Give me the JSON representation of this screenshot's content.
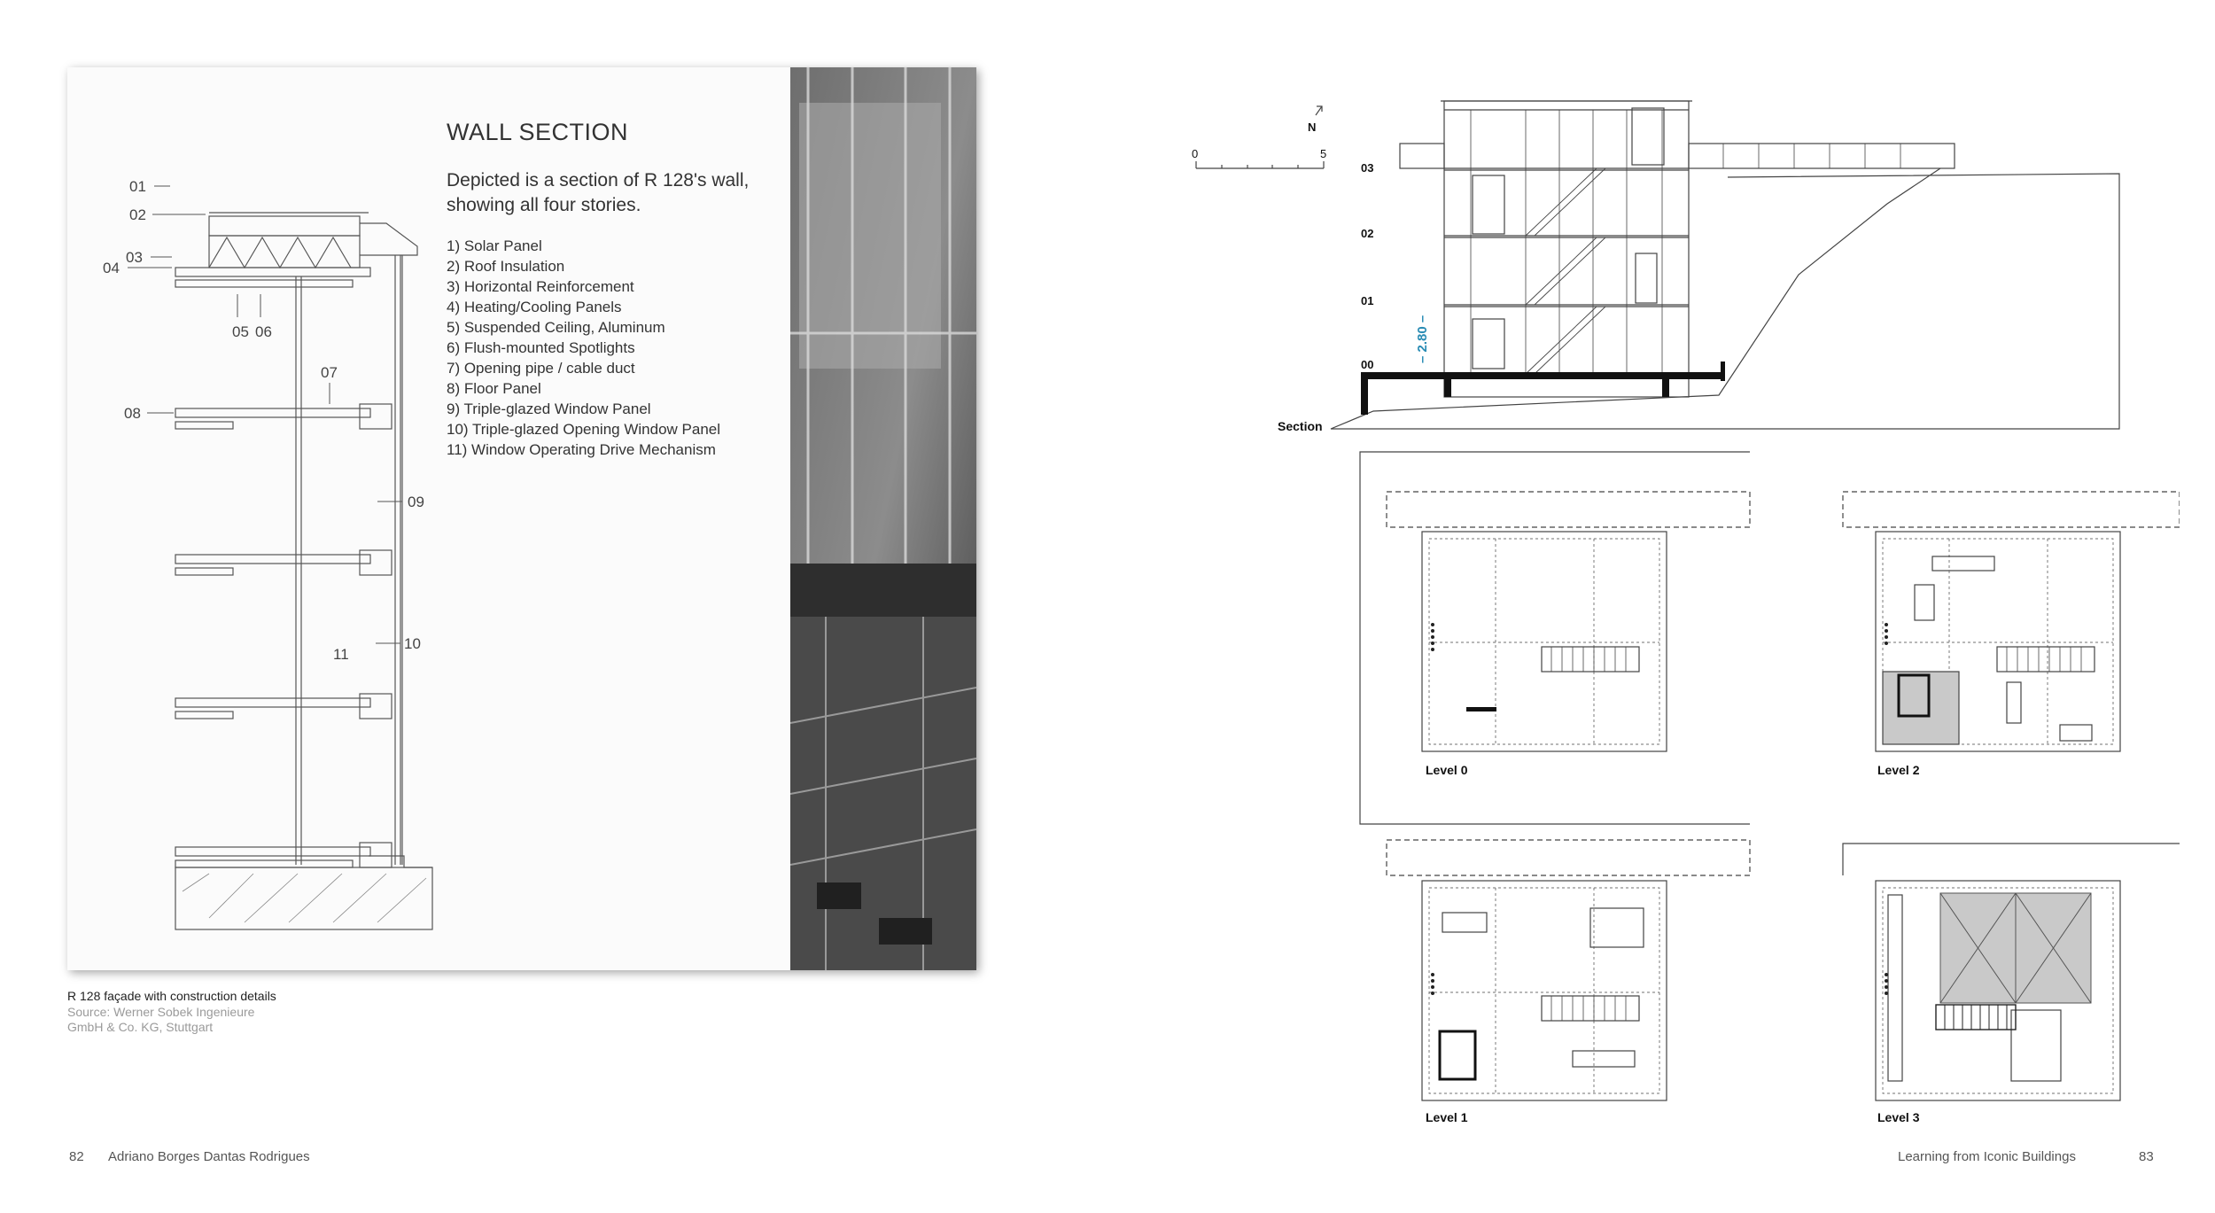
{
  "wall_section": {
    "title": "WALL SECTION",
    "description": "Depicted is a section of R 128's wall, showing all four stories.",
    "items": [
      "1) Solar Panel",
      "2) Roof Insulation",
      "3) Horizontal Reinforcement",
      "4) Heating/Cooling Panels",
      "5) Suspended Ceiling, Aluminum",
      "6) Flush-mounted Spotlights",
      "7) Opening pipe / cable duct",
      "8) Floor Panel",
      "9) Triple-glazed Window Panel",
      "10) Triple-glazed Opening Window Panel",
      "11) Window Operating Drive Mechanism"
    ],
    "callouts": [
      "01",
      "02",
      "03",
      "04",
      "05",
      "06",
      "07",
      "08",
      "09",
      "10",
      "11"
    ]
  },
  "caption": {
    "title": "R 128 façade with construction details",
    "source_line1": "Source: Werner Sobek Ingenieure",
    "source_line2": "GmbH & Co. KG, Stuttgart"
  },
  "section_drawing": {
    "north": "N",
    "scale_start": "0",
    "scale_end": "5",
    "levels": [
      "03",
      "02",
      "01",
      "00"
    ],
    "height_label": "– 2.80 –",
    "label": "Section"
  },
  "plans": {
    "level0": "Level 0",
    "level1": "Level 1",
    "level2": "Level 2",
    "level3": "Level 3"
  },
  "footer": {
    "left_page": "82",
    "left_author": "Adriano Borges Dantas Rodrigues",
    "right_title": "Learning from Iconic Buildings",
    "right_page": "83"
  },
  "colors": {
    "accent": "#2a8cb4",
    "line": "#333333"
  }
}
